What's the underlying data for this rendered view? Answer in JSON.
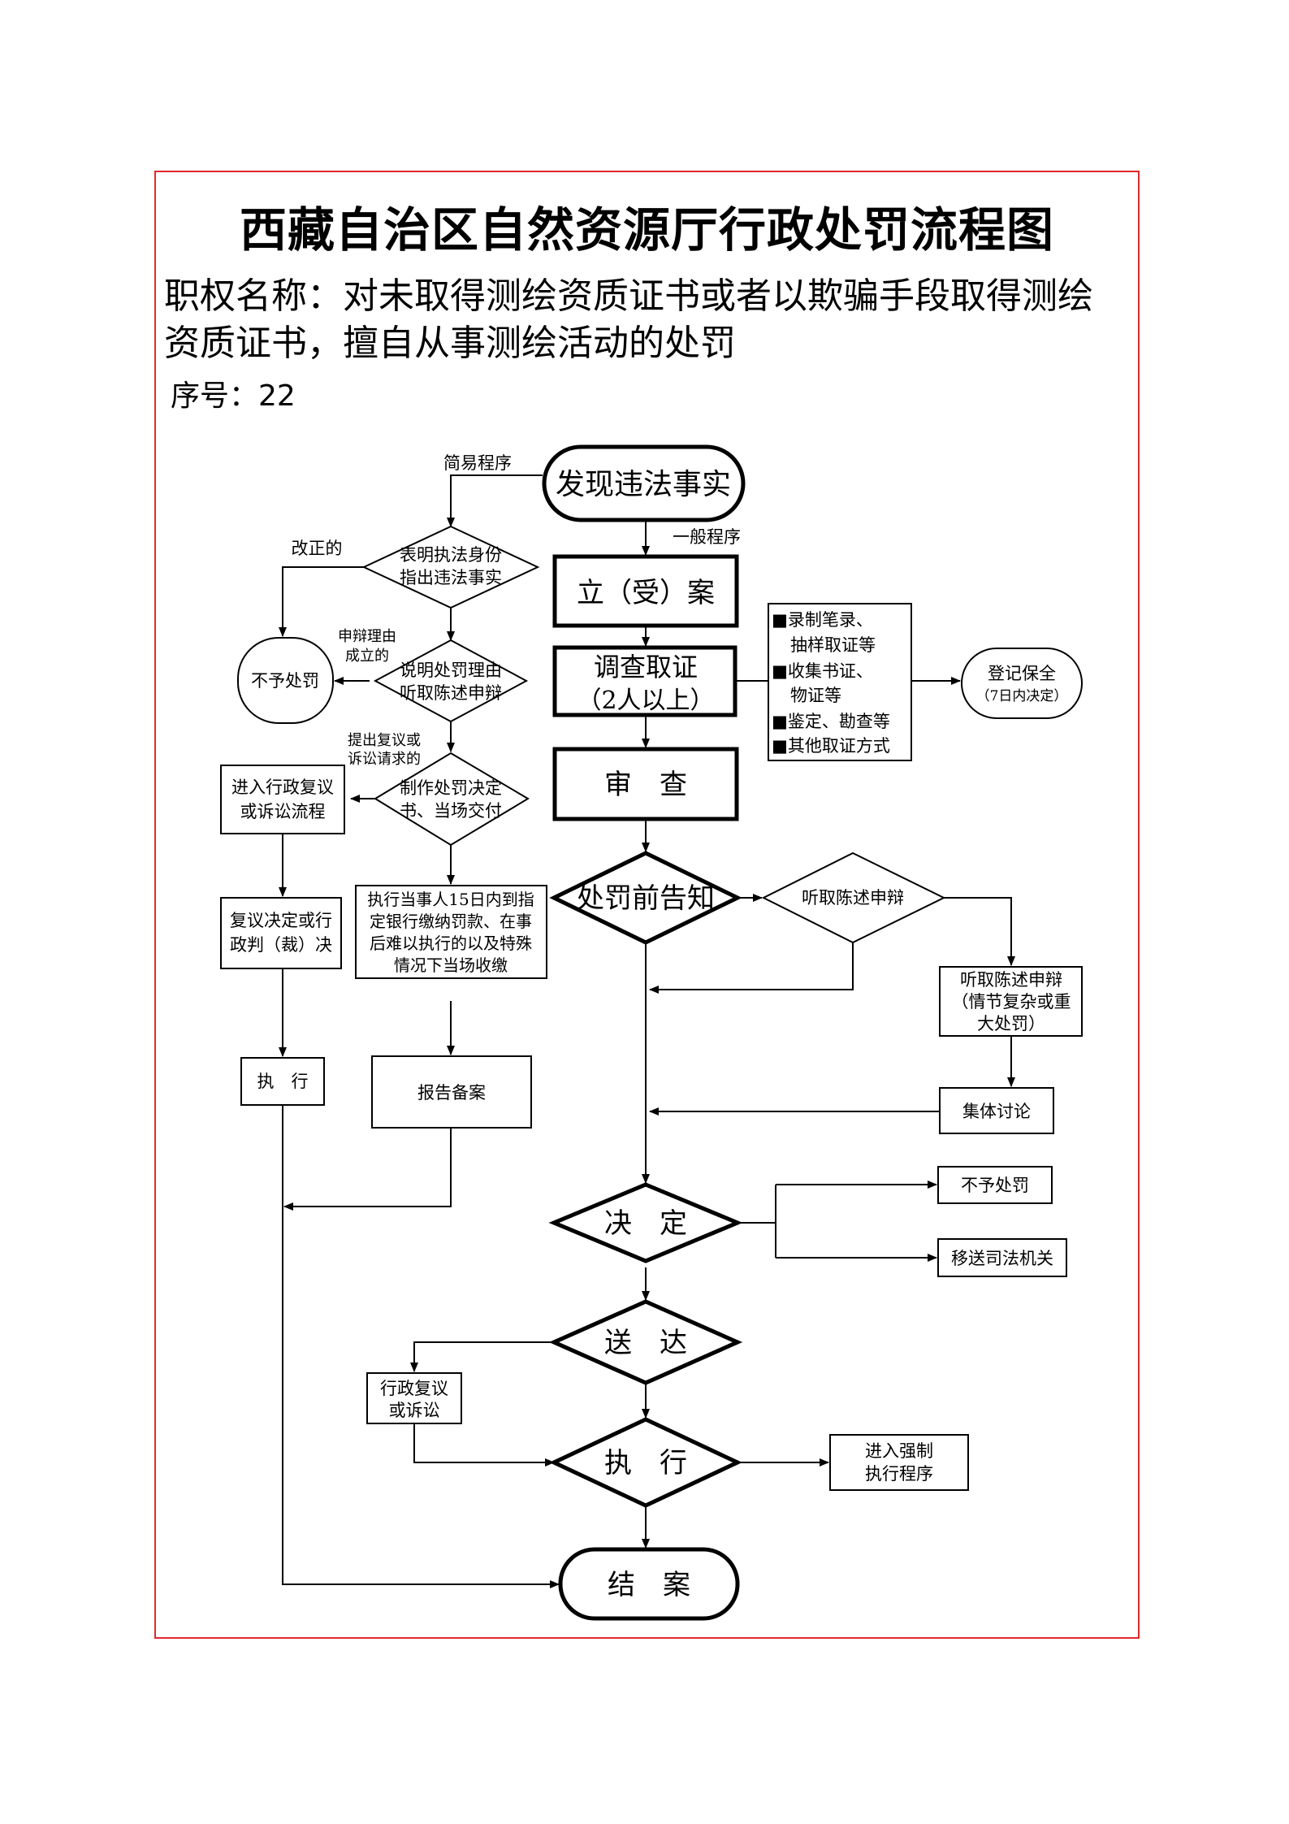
{
  "header": {
    "title": "西藏自治区自然资源厅行政处罚流程图",
    "authority_line1": "职权名称：对未取得测绘资质证书或者以欺骗手段取得测绘",
    "authority_line2": "资质证书，擅自从事测绘活动的处罚",
    "serial_label": "序号：",
    "serial_value": "22"
  },
  "flow": {
    "start": "发现违法事实",
    "simple_procedure": "简易程序",
    "general_procedure": "一般程序",
    "corrected": "改正的",
    "identify_1": "表明执法身份",
    "identify_2": "指出违法事实",
    "defense_valid_1": "申辩理由",
    "defense_valid_2": "成立的",
    "no_penalty_left": "不予处罚",
    "explain_1": "说明处罚理由",
    "explain_2": "听取陈述申辩",
    "appeal_req_1": "提出复议或",
    "appeal_req_2": "诉讼请求的",
    "enter_review_1": "进入行政复议",
    "enter_review_2": "或诉讼流程",
    "decide_1": "制作处罚决定",
    "decide_2": "书、当场交付",
    "review_result_1": "复议决定或行",
    "review_result_2": "政判（裁）决",
    "execute_fine_1": "执行当事人15日内到指",
    "execute_fine_2": "定银行缴纳罚款、在事",
    "execute_fine_3": "后难以执行的以及特殊",
    "execute_fine_4": "情况下当场收缴",
    "execute_left": "执　行",
    "report_file": "报告备案",
    "filing": "立（受）案",
    "investigate_1": "调查取证",
    "investigate_2": "（2人以上）",
    "evidence_1": "■录制笔录、",
    "evidence_2": "抽样取证等",
    "evidence_3": "■收集书证、",
    "evidence_4": "物证等",
    "evidence_5": "■鉴定、勘查等",
    "evidence_6": "■其他取证方式",
    "preserve_1": "登记保全",
    "preserve_2": "（7日内决定）",
    "review": "审　查",
    "pre_notice": "处罚前告知",
    "hear_defense": "听取陈述申辩",
    "hearing_1": "听取陈述申辩",
    "hearing_2": "（情节复杂或重",
    "hearing_3": "大处罚）",
    "collective": "集体讨论",
    "decision": "决　定",
    "no_penalty_right": "不予处罚",
    "transfer": "移送司法机关",
    "deliver": "送　达",
    "admin_review_1": "行政复议",
    "admin_review_2": "或诉讼",
    "execute_main": "执　行",
    "enforce_1": "进入强制",
    "enforce_2": "执行程序",
    "close": "结　案"
  }
}
